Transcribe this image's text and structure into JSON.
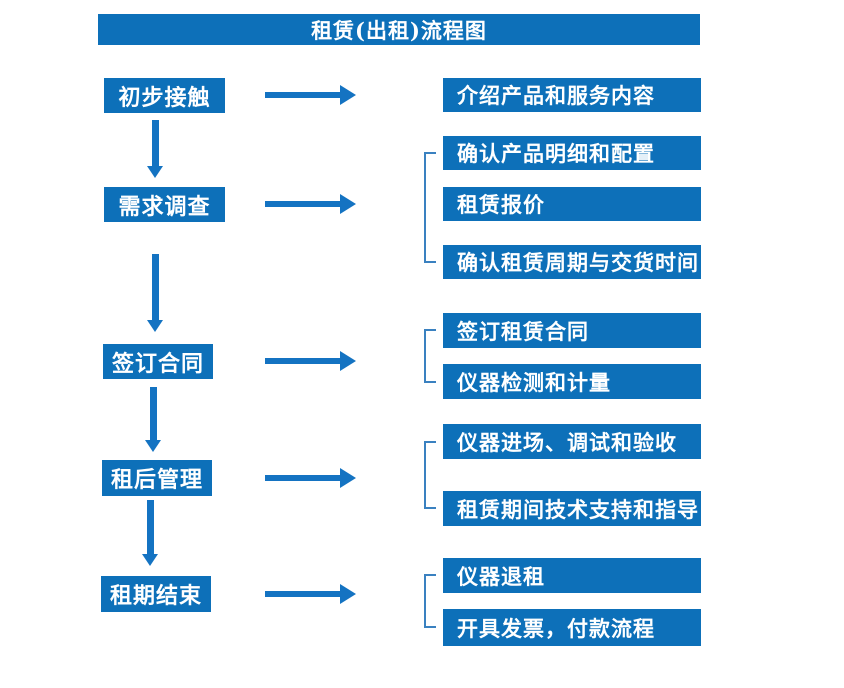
{
  "title": "租赁(出租)流程图",
  "colors": {
    "box_blue": "#0d70b9",
    "arrow_blue": "#1473c2",
    "bracket_blue": "#3a81c0",
    "text_white": "#ffffff",
    "background": "#ffffff"
  },
  "flow": {
    "stages": [
      {
        "label": "初步接触",
        "outputs": [
          "介绍产品和服务内容"
        ]
      },
      {
        "label": "需求调查",
        "outputs": [
          "确认产品明细和配置",
          "租赁报价",
          "确认租赁周期与交货时间"
        ]
      },
      {
        "label": "签订合同",
        "outputs": [
          "签订租赁合同",
          "仪器检测和计量"
        ]
      },
      {
        "label": "租后管理",
        "outputs": [
          "仪器进场、调试和验收",
          "租赁期间技术支持和指导"
        ]
      },
      {
        "label": "租期结束",
        "outputs": [
          "仪器退租",
          "开具发票，付款流程"
        ]
      }
    ]
  }
}
